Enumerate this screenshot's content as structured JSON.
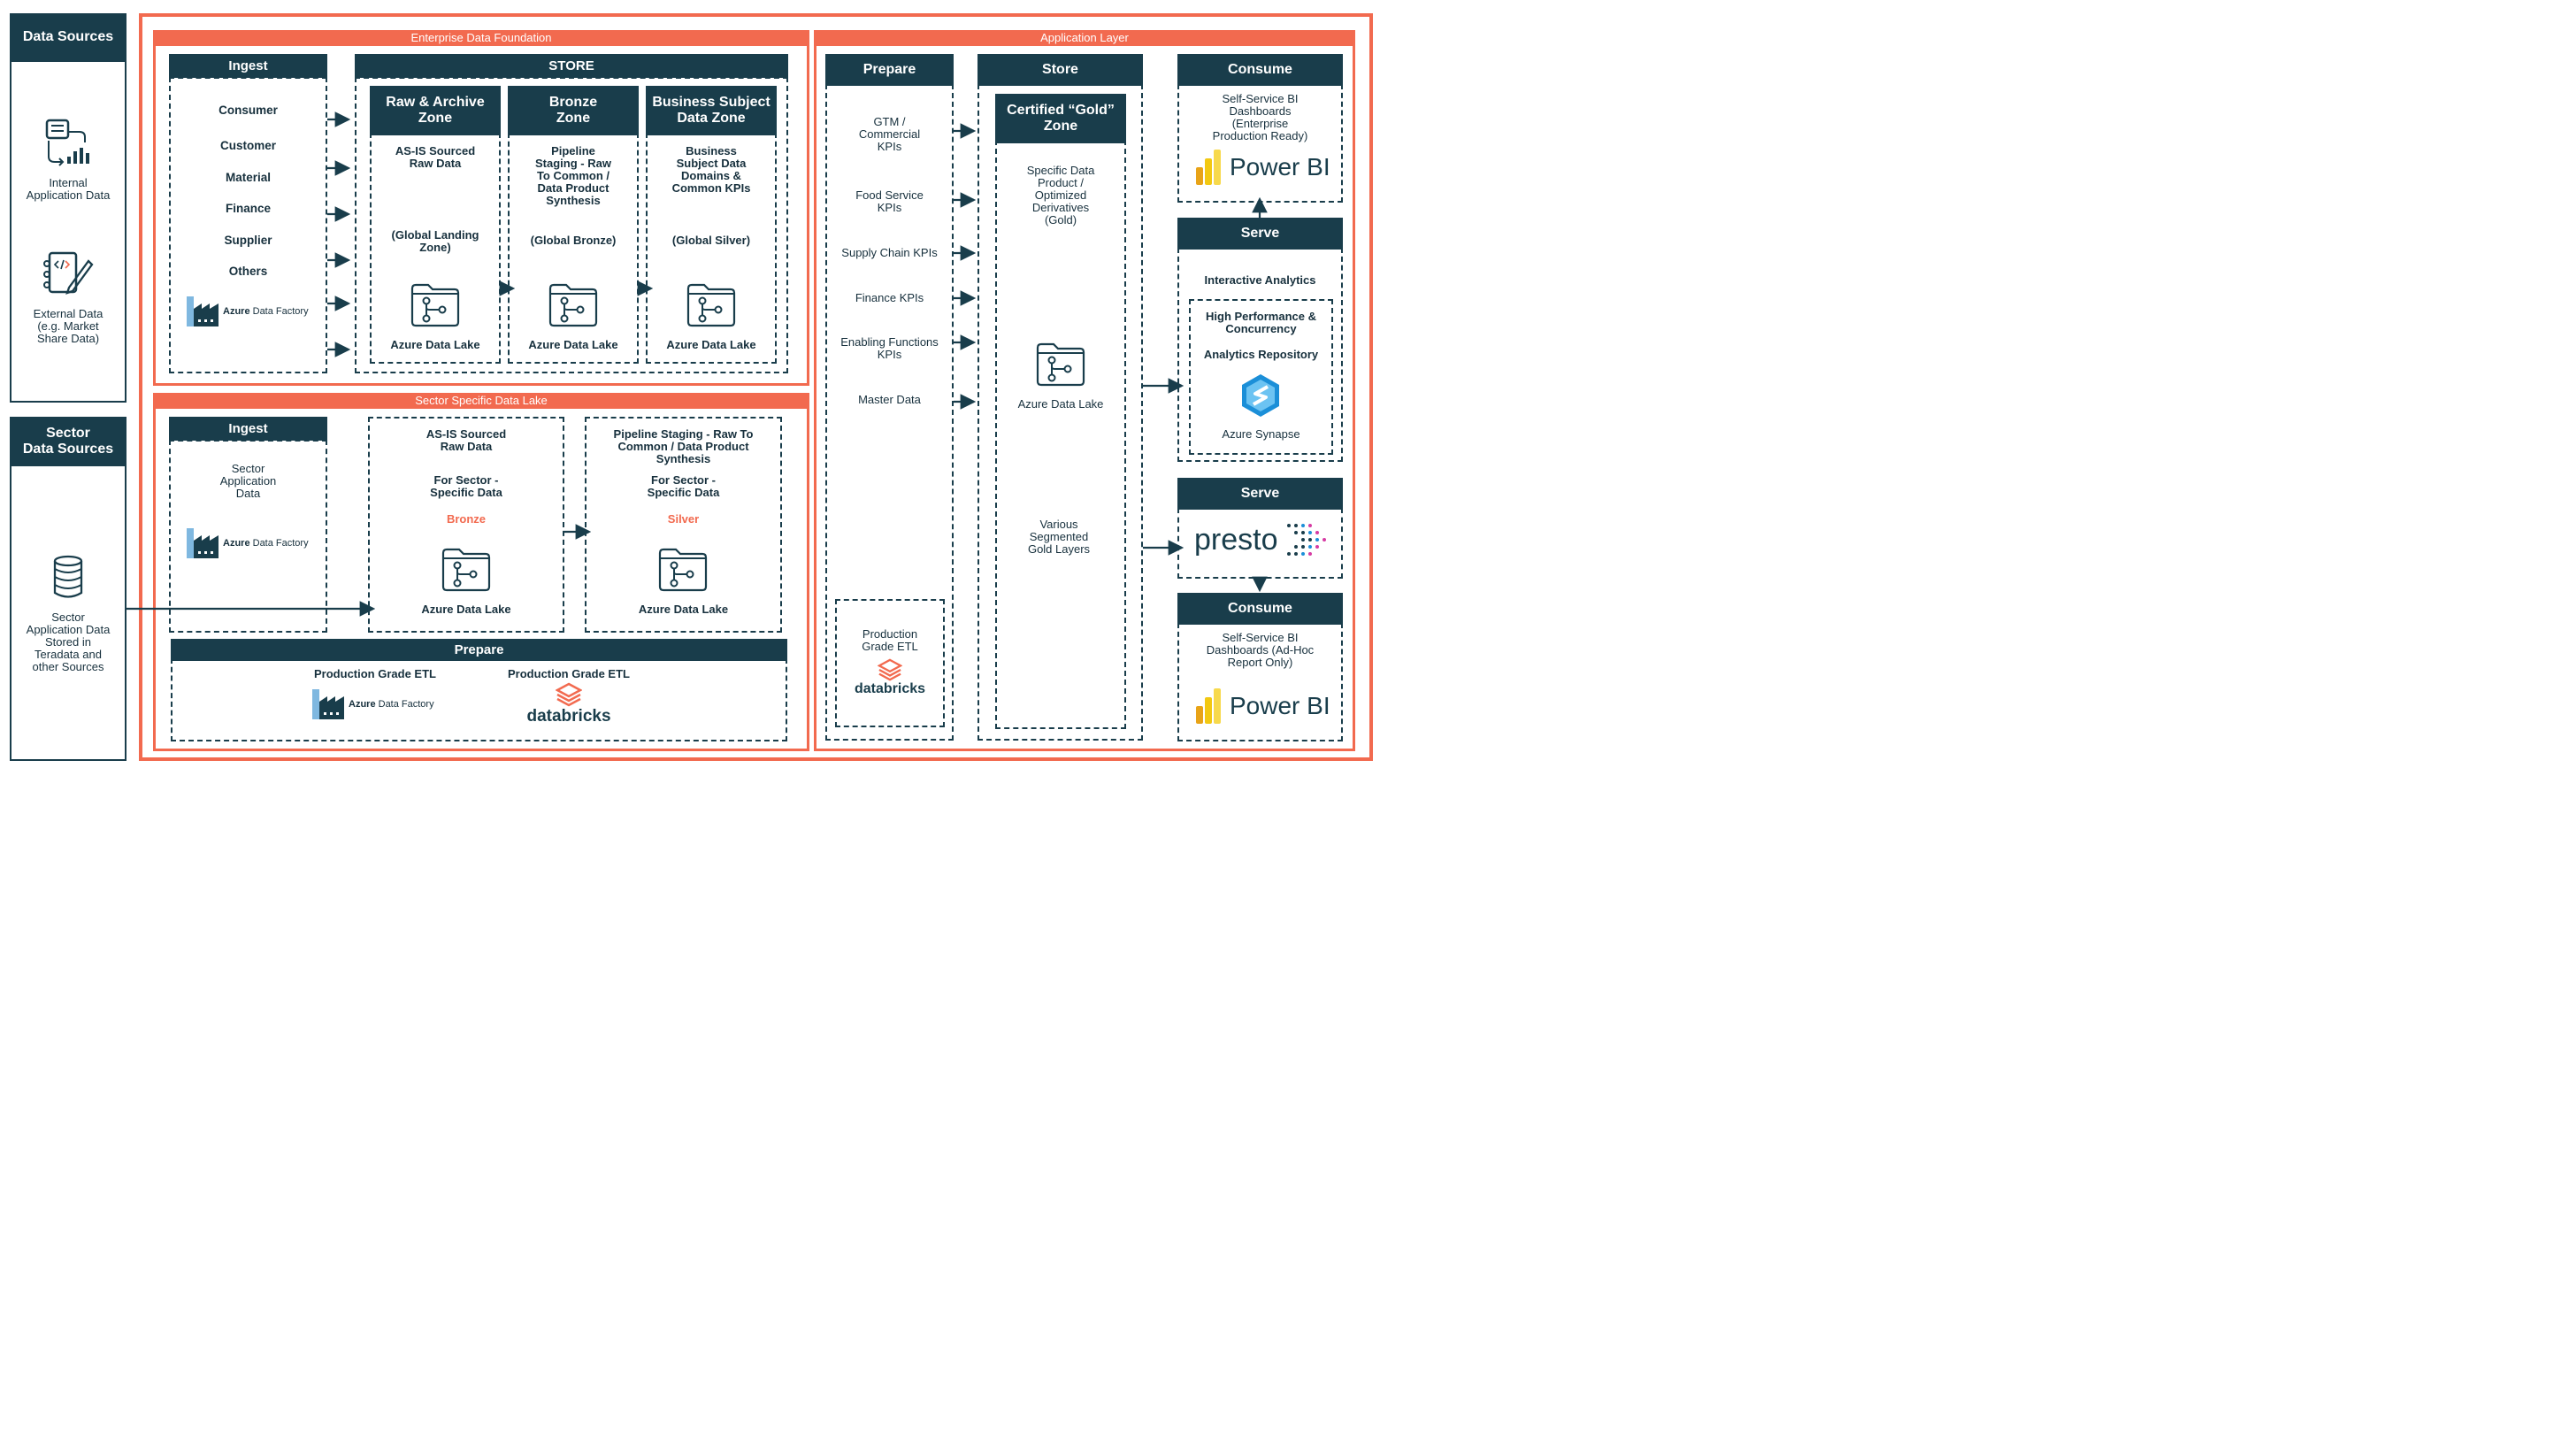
{
  "data_sources": {
    "title": "Data Sources",
    "internal": "Internal\nApplication Data",
    "external": "External Data\n(e.g. Market\nShare Data)"
  },
  "sector_sources": {
    "title": "Sector\nData Sources",
    "text": "Sector\nApplication Data\nStored in\nTeradata and\nother Sources"
  },
  "edf": {
    "title": "Enterprise Data Foundation",
    "ingest": {
      "title": "Ingest",
      "items": [
        "Consumer",
        "Customer",
        "Material",
        "Finance",
        "Supplier",
        "Others"
      ],
      "adf": "Azure",
      "adf2": "Data Factory"
    },
    "store": {
      "title": "STORE",
      "zones": [
        {
          "title": "Raw & Archive\nZone",
          "desc": "AS-IS Sourced\nRaw Data",
          "sub": "(Global Landing\nZone)",
          "lake": "Azure Data Lake"
        },
        {
          "title": "Bronze\nZone",
          "desc": "Pipeline\nStaging - Raw\nTo Common /\nData Product\nSynthesis",
          "sub": "(Global Bronze)",
          "lake": "Azure Data Lake"
        },
        {
          "title": "Business Subject\nData Zone",
          "desc": "Business\nSubject Data\nDomains &\nCommon KPIs",
          "sub": "(Global Silver)",
          "lake": "Azure Data Lake"
        }
      ]
    }
  },
  "ssdl": {
    "title": "Sector Specific Data Lake",
    "ingest": {
      "title": "Ingest",
      "text": "Sector\nApplication\nData",
      "adf": "Azure",
      "adf2": "Data Factory"
    },
    "bronze": {
      "desc": "AS-IS Sourced\nRaw Data",
      "sub": "For Sector -\nSpecific Data",
      "tag": "Bronze",
      "lake": "Azure Data Lake"
    },
    "silver": {
      "desc": "Pipeline Staging - Raw To\nCommon / Data Product\nSynthesis",
      "sub": "For Sector -\nSpecific Data",
      "tag": "Silver",
      "lake": "Azure Data Lake"
    },
    "prepare": {
      "title": "Prepare",
      "etl1": "Production Grade ETL",
      "etl2": "Production Grade ETL",
      "adf": "Azure",
      "adf2": "Data Factory",
      "dbx": "databricks"
    }
  },
  "app": {
    "title": "Application Layer",
    "prepare": {
      "title": "Prepare",
      "items": [
        "GTM /\nCommercial\nKPIs",
        "Food Service\nKPIs",
        "Supply Chain KPIs",
        "Finance KPIs",
        "Enabling Functions\nKPIs",
        "Master Data"
      ],
      "etl": "Production\nGrade ETL",
      "dbx": "databricks"
    },
    "store": {
      "title": "Store",
      "gold": "Certified “Gold”\nZone",
      "desc": "Specific Data\nProduct /\nOptimized\nDerivatives\n(Gold)",
      "lake": "Azure Data Lake",
      "various": "Various\nSegmented\nGold Layers"
    },
    "consume1": {
      "title": "Consume",
      "desc": "Self-Service BI\nDashboards\n(Enterprise\nProduction Ready)",
      "pbi": "Power BI"
    },
    "serve1": {
      "title": "Serve",
      "ia": "Interactive Analytics",
      "hp": "High Performance &\nConcurrency",
      "ar": "Analytics Repository",
      "syn": "Azure Synapse"
    },
    "serve2": {
      "title": "Serve",
      "presto": "presto"
    },
    "consume2": {
      "title": "Consume",
      "desc": "Self-Service BI\nDashboards (Ad-Hoc\nReport Only)",
      "pbi": "Power BI"
    }
  },
  "colors": {
    "navy": "#193d4b",
    "orange": "#f26a4f",
    "pbi": "#f2c811",
    "synapse": "#1b8fd8"
  }
}
